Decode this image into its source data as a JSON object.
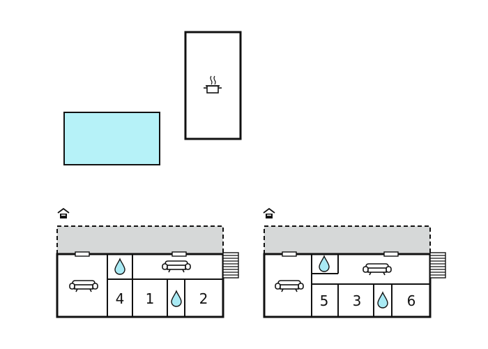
{
  "colors": {
    "pool": "#b6f2f8",
    "terrace": "#d6d8d8",
    "water": "#a9eaf4",
    "wall": "#111111"
  },
  "icons": {
    "kitchen": "cooking-pot-icon",
    "living": "sofa-icon",
    "bathroom": "water-drop-icon",
    "entrance": "house-entrance-icon",
    "stairs": "stairs-icon"
  },
  "plan_left": {
    "rooms": [
      {
        "label": "4"
      },
      {
        "label": "1"
      },
      {
        "label": "2"
      }
    ]
  },
  "plan_right": {
    "rooms": [
      {
        "label": "5"
      },
      {
        "label": "3"
      },
      {
        "label": "6"
      }
    ]
  }
}
